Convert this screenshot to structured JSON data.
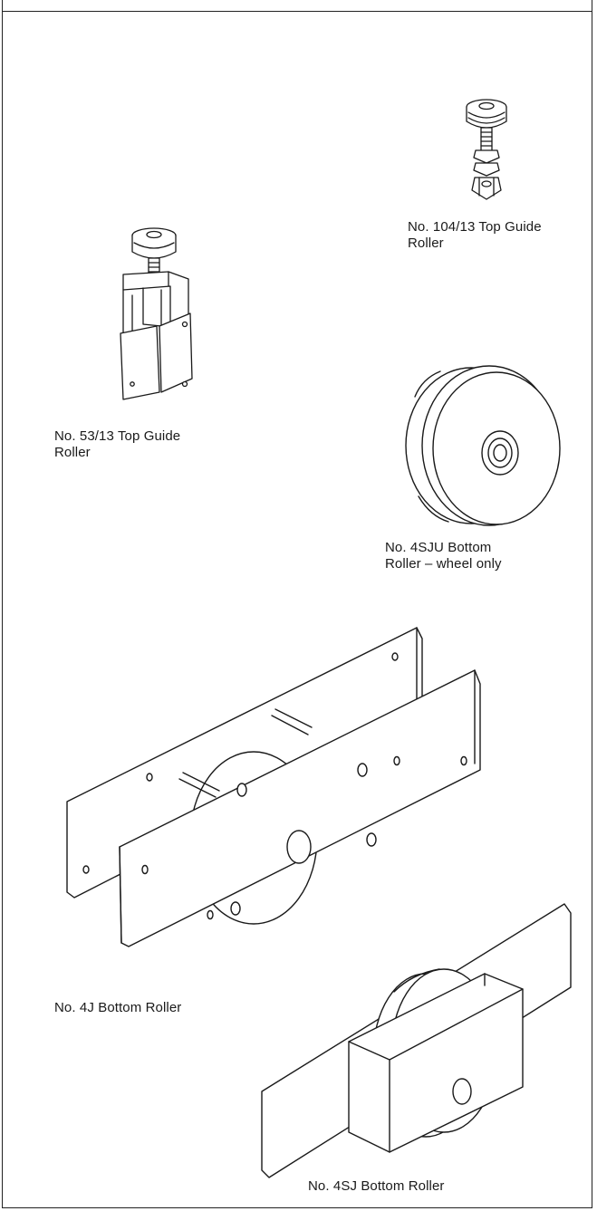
{
  "products": [
    {
      "caption": "No. 104/13 Top Guide\nRoller",
      "icon": "top-guide-roller-104-13-illustration"
    },
    {
      "caption": "No. 53/13 Top Guide\nRoller",
      "icon": "top-guide-roller-53-13-illustration"
    },
    {
      "caption": "No. 4SJU Bottom\nRoller – wheel only",
      "icon": "bottom-roller-4sju-wheel-illustration"
    },
    {
      "caption": "No. 4J Bottom Roller",
      "icon": "bottom-roller-4j-illustration"
    },
    {
      "caption": "No. 4SJ Bottom Roller",
      "icon": "bottom-roller-4sj-illustration"
    }
  ]
}
